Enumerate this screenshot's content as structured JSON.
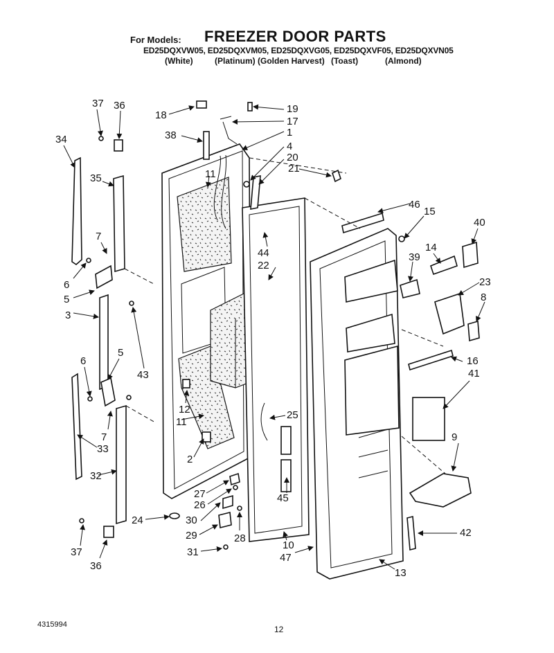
{
  "header": {
    "for_models_label": "For Models:",
    "title": "FREEZER DOOR PARTS",
    "models_line": "ED25DQXVW05, ED25DQXVM05, ED25DQXVG05, ED25DQXVF05, ED25DQXVN05",
    "colors": [
      "(White)",
      "(Platinum)",
      "(Golden Harvest)",
      "(Toast)",
      "(Almond)"
    ]
  },
  "footer": {
    "doc_number": "4315994",
    "page_number": "12"
  },
  "callouts": [
    "37",
    "36",
    "34",
    "35",
    "7",
    "6",
    "5",
    "3",
    "43",
    "6",
    "5",
    "7",
    "33",
    "32",
    "37",
    "36",
    "18",
    "38",
    "19",
    "17",
    "1",
    "11",
    "4",
    "20",
    "21",
    "44",
    "22",
    "12",
    "11",
    "2",
    "27",
    "26",
    "24",
    "30",
    "29",
    "31",
    "28",
    "25",
    "45",
    "10",
    "47",
    "46",
    "15",
    "40",
    "14",
    "39",
    "23",
    "8",
    "16",
    "41",
    "9",
    "42",
    "13"
  ]
}
